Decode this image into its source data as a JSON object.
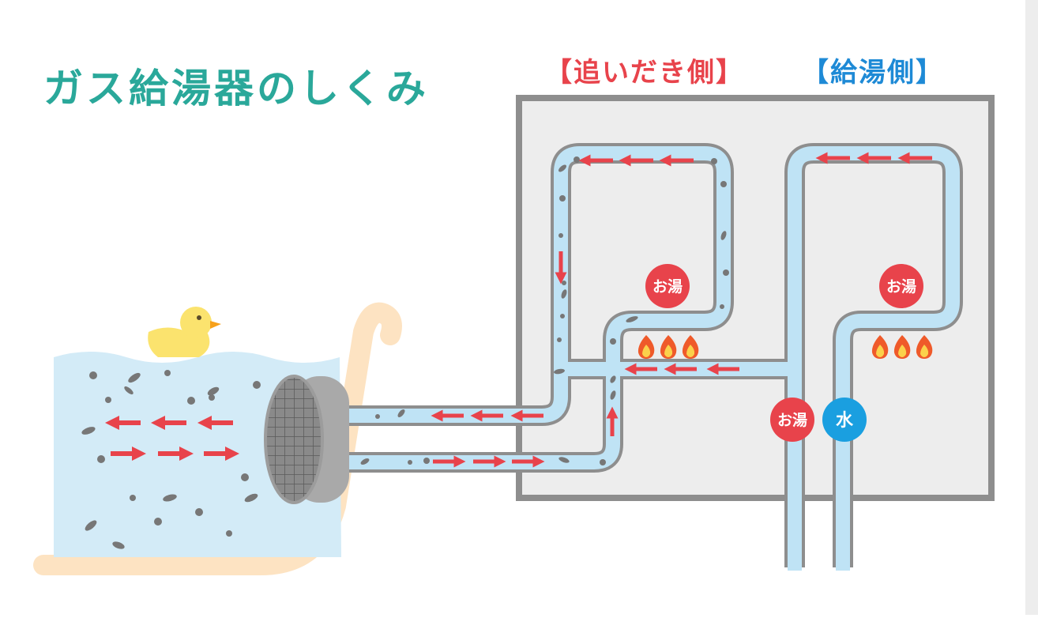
{
  "title": "ガス給湯器のしくみ",
  "labels": {
    "reheat_side": "【追いだき側】",
    "supply_side": "【給湯側】"
  },
  "badges": {
    "reheat_hot": "お湯",
    "supply_hot": "お湯",
    "outlet_hot": "お湯",
    "inlet_water": "水"
  },
  "colors": {
    "title": "#2aa89a",
    "reheat_label": "#e8434b",
    "supply_label": "#1e8ad6",
    "hot_badge": "#e8434b",
    "water_badge": "#1a9fe0",
    "pipe": "#bfe3f5",
    "flow_arrow": "#e8434b"
  }
}
